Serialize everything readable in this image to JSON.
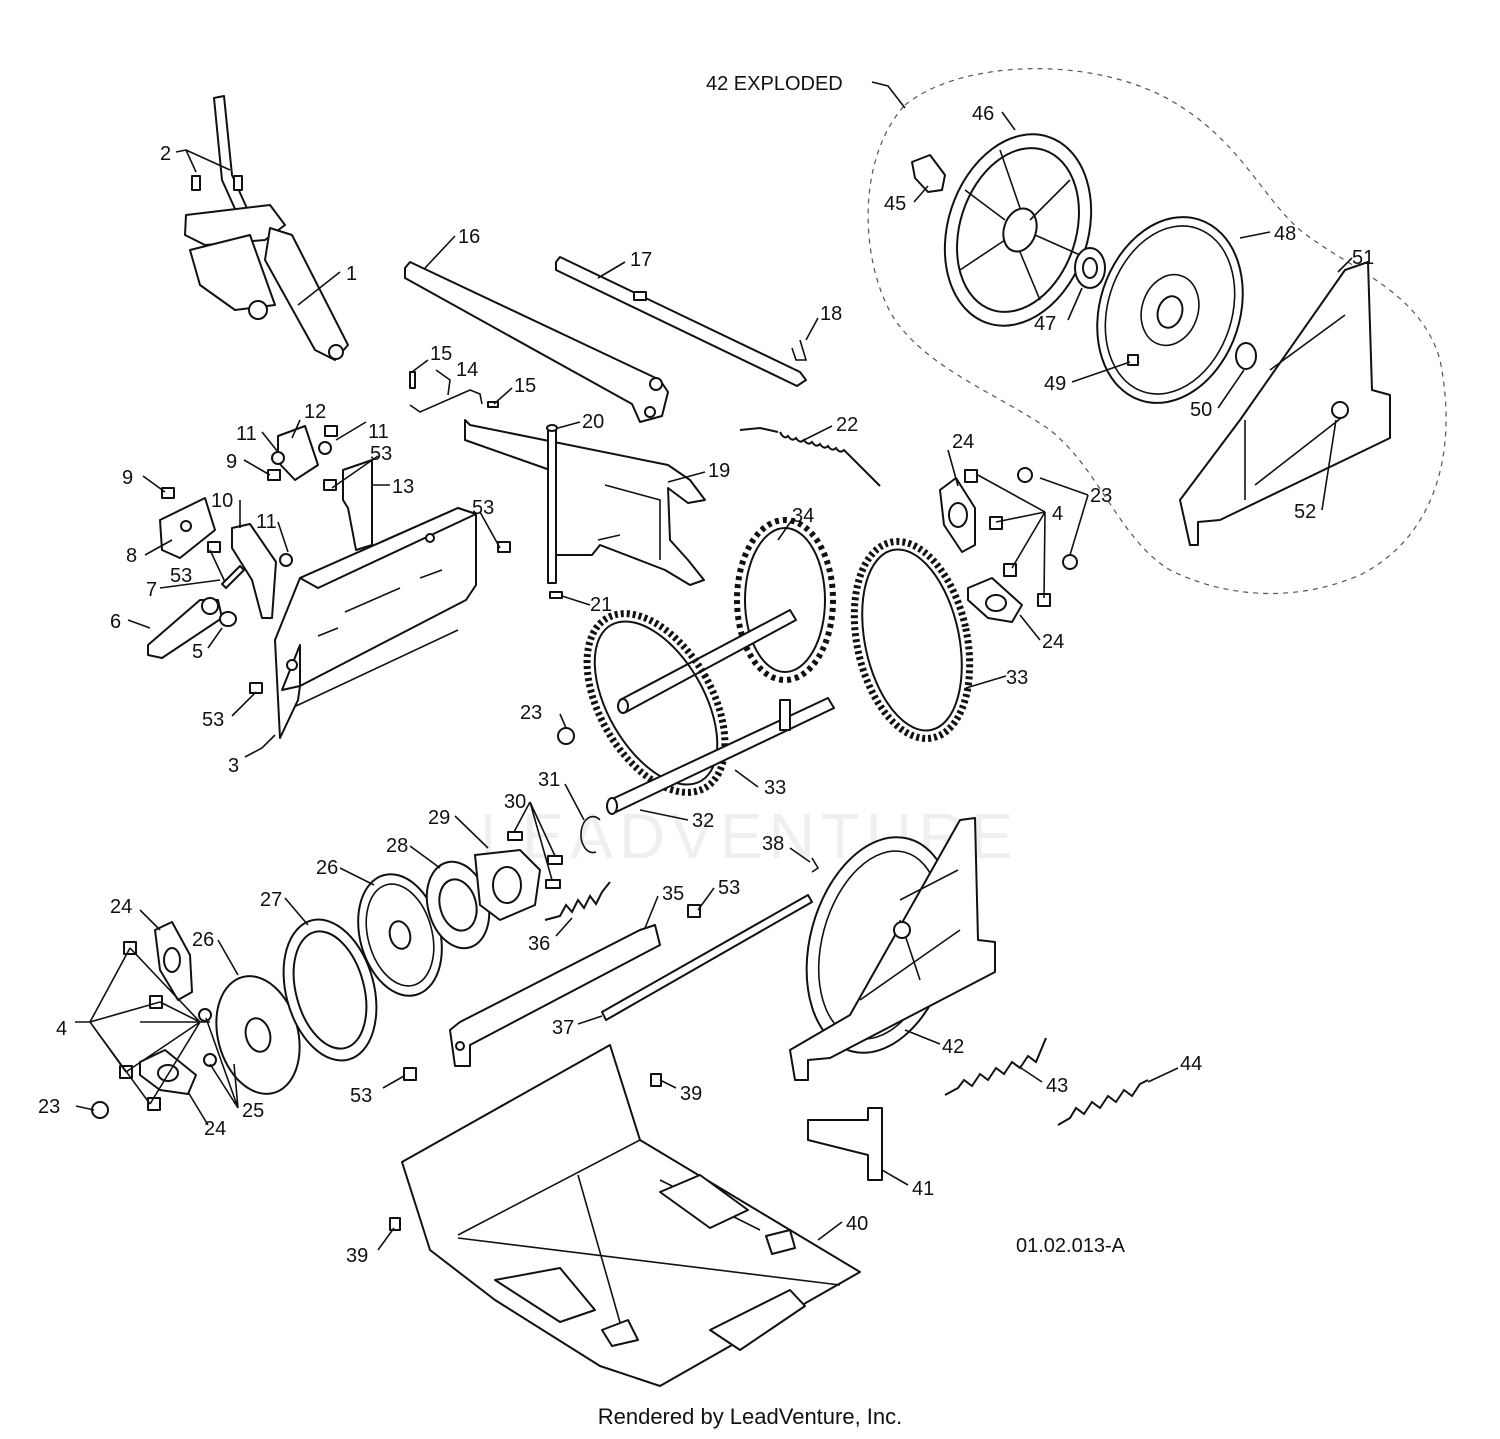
{
  "diagram": {
    "exploded_label": "42 EXPLODED",
    "drawing_number": "01.02.013-A",
    "footer": "Rendered by LeadVenture, Inc.",
    "watermark": "LEADVENTURE",
    "callouts": [
      {
        "text": "1"
      },
      {
        "text": "2"
      },
      {
        "text": "3"
      },
      {
        "text": "4"
      },
      {
        "text": "4"
      },
      {
        "text": "5"
      },
      {
        "text": "6"
      },
      {
        "text": "7"
      },
      {
        "text": "8"
      },
      {
        "text": "9"
      },
      {
        "text": "9"
      },
      {
        "text": "10"
      },
      {
        "text": "11"
      },
      {
        "text": "11"
      },
      {
        "text": "11"
      },
      {
        "text": "12"
      },
      {
        "text": "13"
      },
      {
        "text": "14"
      },
      {
        "text": "15"
      },
      {
        "text": "15"
      },
      {
        "text": "16"
      },
      {
        "text": "17"
      },
      {
        "text": "18"
      },
      {
        "text": "19"
      },
      {
        "text": "20"
      },
      {
        "text": "21"
      },
      {
        "text": "22"
      },
      {
        "text": "23"
      },
      {
        "text": "23"
      },
      {
        "text": "23"
      },
      {
        "text": "24"
      },
      {
        "text": "24"
      },
      {
        "text": "24"
      },
      {
        "text": "24"
      },
      {
        "text": "25"
      },
      {
        "text": "26"
      },
      {
        "text": "26"
      },
      {
        "text": "27"
      },
      {
        "text": "28"
      },
      {
        "text": "29"
      },
      {
        "text": "30"
      },
      {
        "text": "31"
      },
      {
        "text": "32"
      },
      {
        "text": "33"
      },
      {
        "text": "33"
      },
      {
        "text": "34"
      },
      {
        "text": "35"
      },
      {
        "text": "36"
      },
      {
        "text": "37"
      },
      {
        "text": "38"
      },
      {
        "text": "39"
      },
      {
        "text": "39"
      },
      {
        "text": "40"
      },
      {
        "text": "41"
      },
      {
        "text": "42"
      },
      {
        "text": "43"
      },
      {
        "text": "44"
      },
      {
        "text": "45"
      },
      {
        "text": "46"
      },
      {
        "text": "47"
      },
      {
        "text": "48"
      },
      {
        "text": "49"
      },
      {
        "text": "50"
      },
      {
        "text": "51"
      },
      {
        "text": "52"
      },
      {
        "text": "53"
      },
      {
        "text": "53"
      },
      {
        "text": "53"
      },
      {
        "text": "53"
      },
      {
        "text": "53"
      },
      {
        "text": "53"
      }
    ]
  }
}
